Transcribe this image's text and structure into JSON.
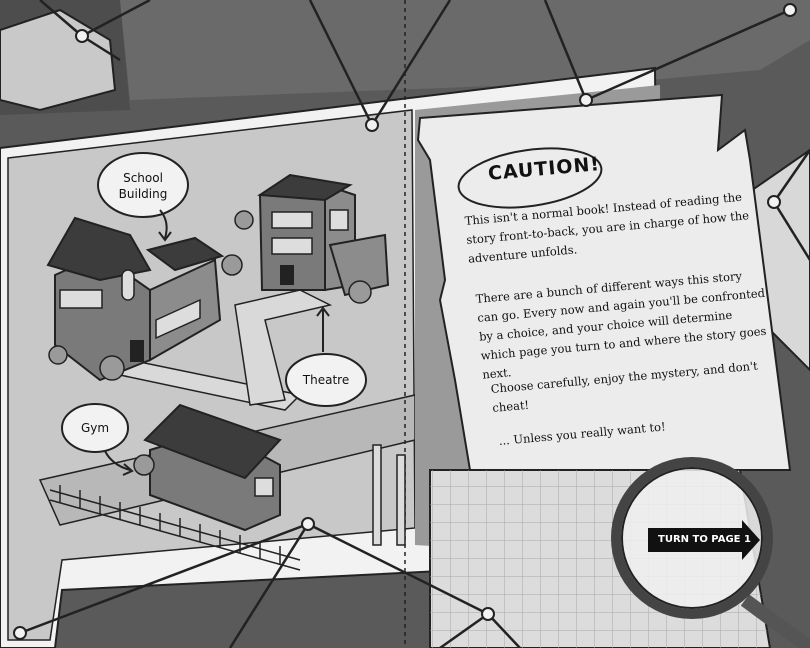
{
  "map": {
    "callouts": {
      "school_building_line1": "School",
      "school_building_line2": "Building",
      "theatre": "Theatre",
      "gym": "Gym"
    }
  },
  "note": {
    "title": "CAUTION!",
    "paragraphs": [
      "This isn't a normal book! Instead of reading the story front-to-back, you are in charge of how the adventure unfolds.",
      "There are a bunch of different ways this story can go. Every now and again you'll be confronted by a choice, and your choice will determine which page you turn to and where the story goes next.",
      "Choose carefully, enjoy the mystery, and don't cheat!",
      "... Unless you really want to!"
    ]
  },
  "navigation": {
    "turn_page_label": "TURN TO PAGE 1"
  },
  "icons": {
    "magnifier": "magnifying-glass-icon",
    "arrow": "arrow-right-icon",
    "pin": "pushpin-icon"
  },
  "colors": {
    "board": "#5a5a5a",
    "paper": "#ececec",
    "photo_border": "#f2f2f2",
    "map_ground": "#c8c8c8",
    "ink": "#111111"
  }
}
